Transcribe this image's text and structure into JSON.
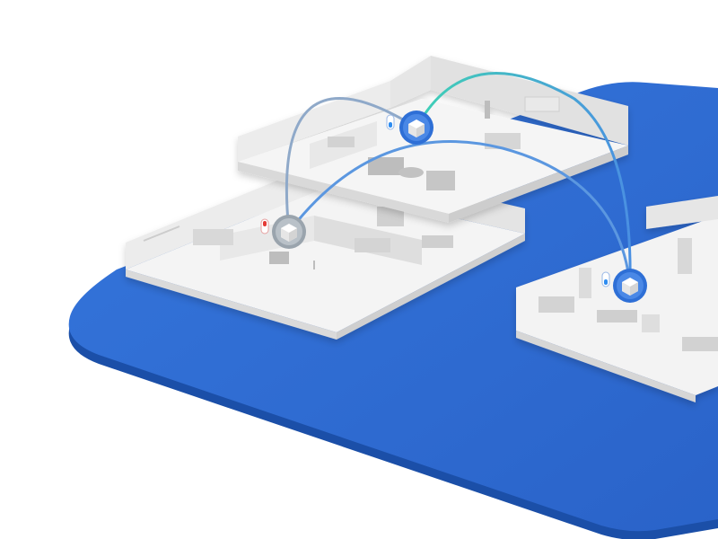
{
  "scene": {
    "platform_color": "#2f6fd6",
    "platform_edge_color": "#1b4fa8",
    "floor_color": "#f2f2f2",
    "wall_color": "#e3e3e3",
    "furniture_color": "#cfcfcf"
  },
  "nodes": [
    {
      "id": "node-upper-floor",
      "icon": "mesh-router-icon",
      "status": "online",
      "status_color": "#2e8cf0"
    },
    {
      "id": "node-lower-floor",
      "icon": "mesh-router-icon",
      "status": "offline",
      "status_color": "#e53935"
    },
    {
      "id": "node-right-floor",
      "icon": "mesh-router-icon",
      "status": "online",
      "status_color": "#2e8cf0"
    }
  ],
  "links": [
    {
      "from": "node-lower-floor",
      "to": "node-upper-floor",
      "style": "wifi-arc",
      "color": "#8fa9c9"
    },
    {
      "from": "node-upper-floor",
      "to": "node-right-floor",
      "style": "wifi-arc",
      "color_start": "#3fd1b5",
      "color_end": "#4a90e2"
    },
    {
      "from": "node-lower-floor",
      "to": "node-right-floor",
      "style": "wifi-arc",
      "color": "#6aa0e0"
    },
    {
      "from": "node-upper-floor",
      "to": "node-lower-floor",
      "style": "wifi-arc",
      "color": "#4a90e2"
    }
  ]
}
